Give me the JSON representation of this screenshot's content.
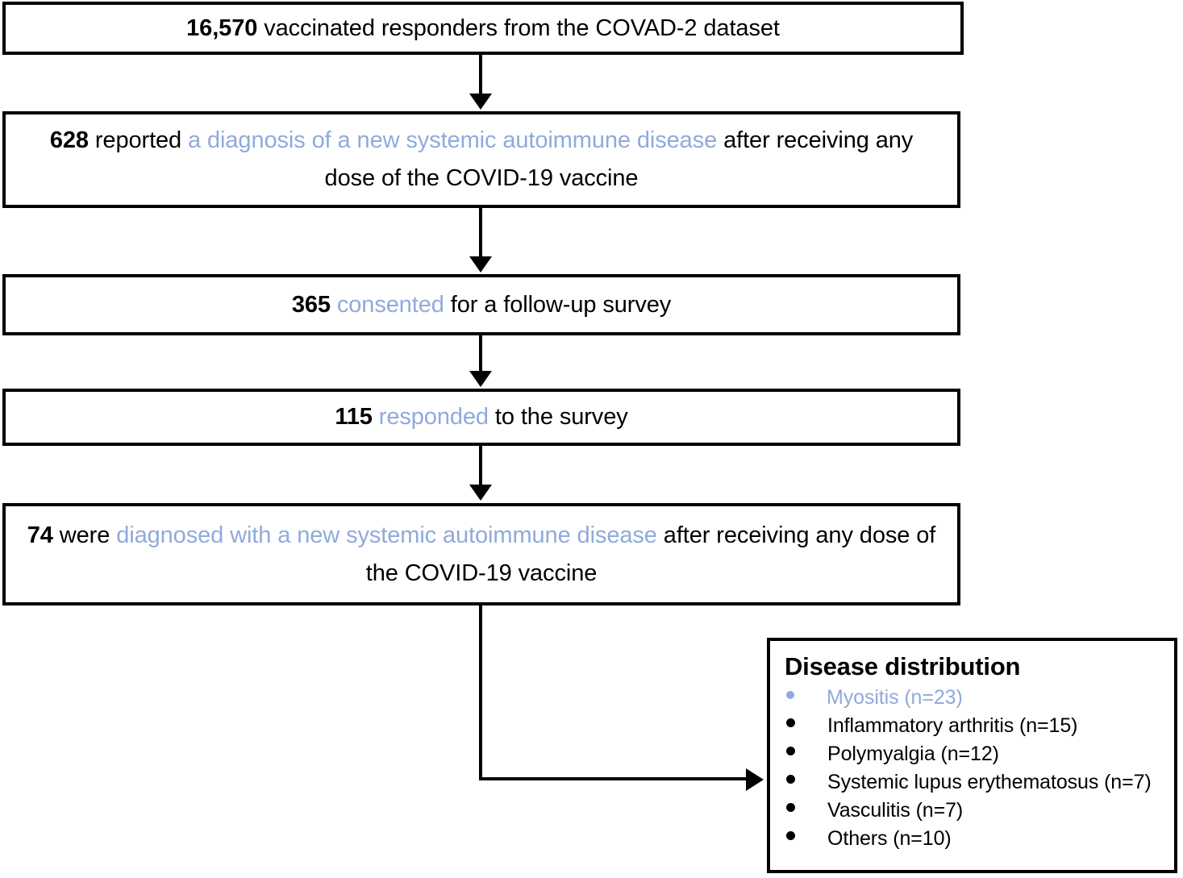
{
  "flow": {
    "boxes": [
      {
        "id": "box-1",
        "name": "source-population-box",
        "segments": [
          {
            "text": "16,570 ",
            "style": "bold"
          },
          {
            "text": "vaccinated responders from the COVAD-2 dataset",
            "style": "plain"
          }
        ],
        "plain_text": "16,570 vaccinated responders from the COVAD-2 dataset"
      },
      {
        "id": "box-2",
        "name": "reported-diagnosis-box",
        "segments": [
          {
            "text": "628 ",
            "style": "bold"
          },
          {
            "text": "reported ",
            "style": "plain"
          },
          {
            "text": "a diagnosis of a new systemic autoimmune disease",
            "style": "accent"
          },
          {
            "text": " after receiving any dose of the COVID-19 vaccine",
            "style": "plain"
          }
        ],
        "plain_text": "628 reported a diagnosis of a new systemic autoimmune disease after receiving any dose of the COVID-19 vaccine"
      },
      {
        "id": "box-3",
        "name": "consented-box",
        "segments": [
          {
            "text": "365 ",
            "style": "bold"
          },
          {
            "text": "consented",
            "style": "accent"
          },
          {
            "text": " for a follow-up survey",
            "style": "plain"
          }
        ],
        "plain_text": "365 consented for a follow-up survey"
      },
      {
        "id": "box-4",
        "name": "responded-box",
        "segments": [
          {
            "text": "115 ",
            "style": "bold"
          },
          {
            "text": "responded",
            "style": "accent"
          },
          {
            "text": " to the survey",
            "style": "plain"
          }
        ],
        "plain_text": "115 responded to the survey"
      },
      {
        "id": "box-5",
        "name": "confirmed-diagnosis-box",
        "segments": [
          {
            "text": "74 ",
            "style": "bold"
          },
          {
            "text": "were ",
            "style": "plain"
          },
          {
            "text": "diagnosed with a new systemic autoimmune disease",
            "style": "accent"
          },
          {
            "text": " after receiving any dose of the COVID-19 vaccine",
            "style": "plain"
          }
        ],
        "plain_text": "74 were diagnosed with a new systemic autoimmune disease after receiving any dose of the COVID-19 vaccine"
      }
    ]
  },
  "disease_panel": {
    "title": "Disease distribution",
    "items": [
      {
        "label": "Myositis (n=23)",
        "disease": "Myositis",
        "n": 23,
        "accent": true
      },
      {
        "label": "Inflammatory arthritis (n=15)",
        "disease": "Inflammatory arthritis",
        "n": 15,
        "accent": false
      },
      {
        "label": "Polymyalgia (n=12)",
        "disease": "Polymyalgia",
        "n": 12,
        "accent": false
      },
      {
        "label": "Systemic lupus erythematosus (n=7)",
        "disease": "Systemic lupus erythematosus",
        "n": 7,
        "accent": false
      },
      {
        "label": "Vasculitis (n=7)",
        "disease": "Vasculitis",
        "n": 7,
        "accent": false
      },
      {
        "label": "Others (n=10)",
        "disease": "Others",
        "n": 10,
        "accent": false
      }
    ]
  },
  "colors": {
    "accent": "#8FAADC",
    "text": "#000000",
    "border": "#000000",
    "background": "#ffffff"
  },
  "chart_data": {
    "type": "diagram",
    "title": "Study flow diagram of vaccinated responders with new-onset systemic autoimmune disease",
    "nodes": [
      {
        "step": 1,
        "count": 16570,
        "label": "vaccinated responders from the COVAD-2 dataset"
      },
      {
        "step": 2,
        "count": 628,
        "label": "reported a diagnosis of a new systemic autoimmune disease after receiving any dose of the COVID-19 vaccine"
      },
      {
        "step": 3,
        "count": 365,
        "label": "consented for a follow-up survey"
      },
      {
        "step": 4,
        "count": 115,
        "label": "responded to the survey"
      },
      {
        "step": 5,
        "count": 74,
        "label": "were diagnosed with a new systemic autoimmune disease after receiving any dose of the COVID-19 vaccine"
      }
    ],
    "categories": [
      "Myositis",
      "Inflammatory arthritis",
      "Polymyalgia",
      "Systemic lupus erythematosus",
      "Vasculitis",
      "Others"
    ],
    "values": [
      23,
      15,
      12,
      7,
      7,
      10
    ]
  }
}
